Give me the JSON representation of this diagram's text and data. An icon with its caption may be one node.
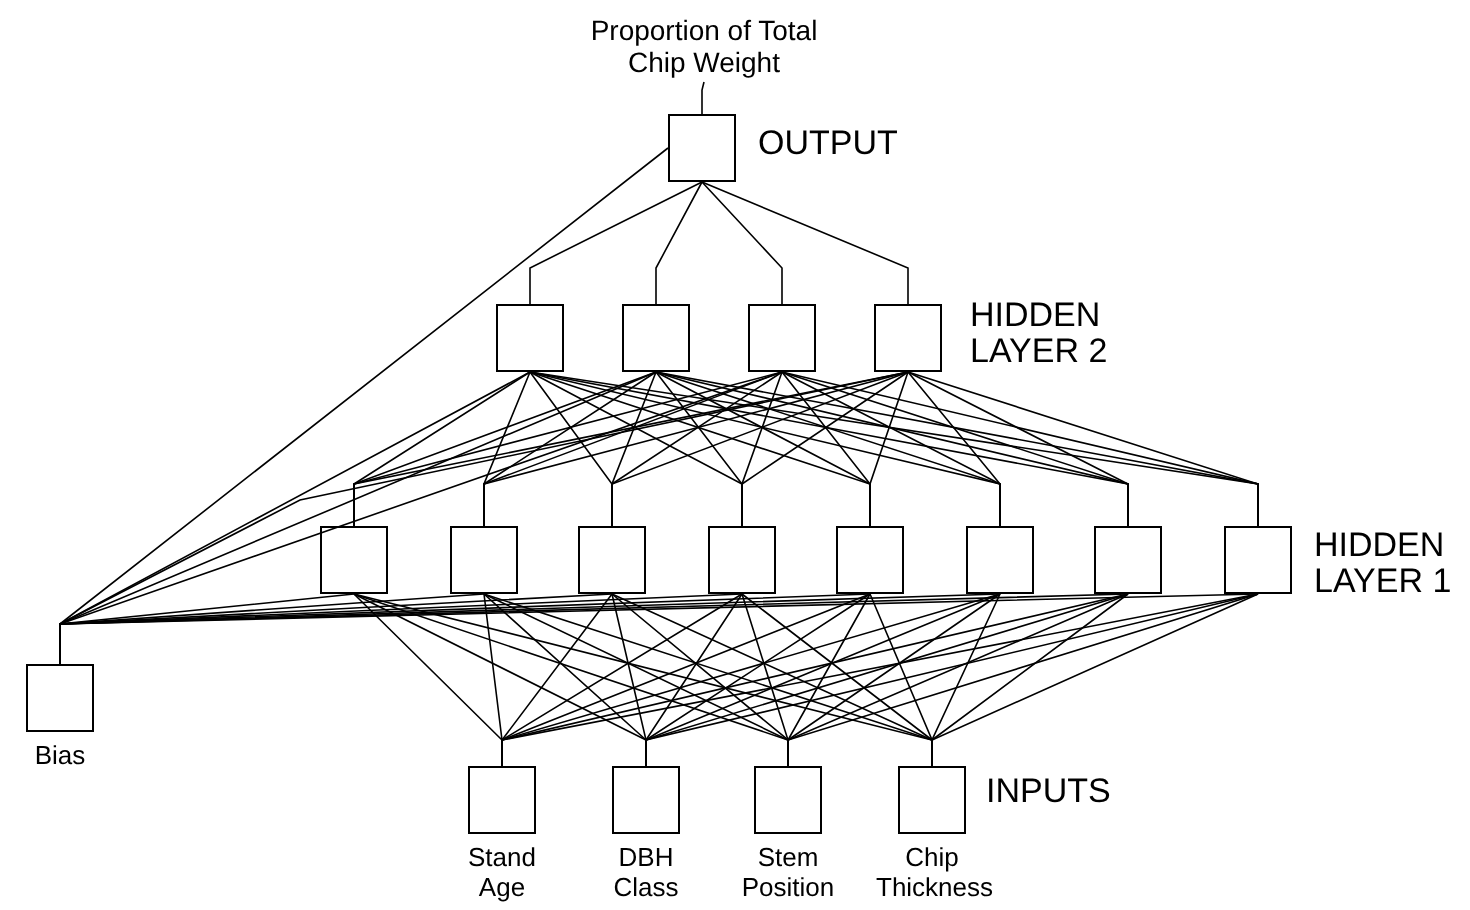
{
  "diagram": {
    "nodes": [
      {
        "text": [
          "Proportion of Total Chip Weight"
        ]
      },
      {
        "text": [],
        "shape": "box"
      },
      {
        "text": [],
        "shape": "box"
      },
      {
        "text": [],
        "shape": "box"
      },
      {
        "text": [],
        "shape": "box"
      },
      {
        "text": [],
        "shape": "box"
      },
      {
        "text": [],
        "shape": "box"
      },
      {
        "text": [],
        "shape": "box"
      },
      {
        "text": [],
        "shape": "box"
      },
      {
        "text": [],
        "shape": "box"
      },
      {
        "text": [],
        "shape": "box"
      },
      {
        "text": [],
        "shape": "box"
      },
      {
        "text": [],
        "shape": "box"
      },
      {
        "text": [],
        "shape": "box"
      },
      {
        "text": [
          "Bias"
        ]
      },
      {
        "text": [
          "Stand Age"
        ]
      },
      {
        "text": [
          "DBH Class"
        ]
      },
      {
        "text": [
          "Stem Position"
        ]
      },
      {
        "text": [
          "Chip Thickness"
        ]
      }
    ],
    "edges": [
      {
        "from": 1,
        "to": 0,
        "arrow": "none"
      },
      {
        "from": 2,
        "to": 1,
        "arrow": "none"
      },
      {
        "from": 3,
        "to": 1,
        "arrow": "none"
      },
      {
        "from": 4,
        "to": 1,
        "arrow": "none"
      },
      {
        "from": 5,
        "to": 1,
        "arrow": "none"
      },
      {
        "from": 6,
        "to": 2,
        "arrow": "none"
      },
      {
        "from": 6,
        "to": 3,
        "arrow": "none"
      },
      {
        "from": 6,
        "to": 4,
        "arrow": "none"
      },
      {
        "from": 6,
        "to": 5,
        "arrow": "none"
      },
      {
        "from": 7,
        "to": 2,
        "arrow": "none"
      },
      {
        "from": 7,
        "to": 3,
        "arrow": "none"
      },
      {
        "from": 7,
        "to": 4,
        "arrow": "none"
      },
      {
        "from": 7,
        "to": 5,
        "arrow": "none"
      },
      {
        "from": 8,
        "to": 2,
        "arrow": "none"
      },
      {
        "from": 8,
        "to": 3,
        "arrow": "none"
      },
      {
        "from": 8,
        "to": 4,
        "arrow": "none"
      },
      {
        "from": 8,
        "to": 5,
        "arrow": "none"
      },
      {
        "from": 9,
        "to": 2,
        "arrow": "none"
      },
      {
        "from": 9,
        "to": 3,
        "arrow": "none"
      },
      {
        "from": 9,
        "to": 4,
        "arrow": "none"
      },
      {
        "from": 9,
        "to": 5,
        "arrow": "none"
      },
      {
        "from": 10,
        "to": 2,
        "arrow": "none"
      },
      {
        "from": 10,
        "to": 3,
        "arrow": "none"
      },
      {
        "from": 10,
        "to": 4,
        "arrow": "none"
      },
      {
        "from": 10,
        "to": 5,
        "arrow": "none"
      },
      {
        "from": 11,
        "to": 2,
        "arrow": "none"
      },
      {
        "from": 11,
        "to": 3,
        "arrow": "none"
      },
      {
        "from": 11,
        "to": 4,
        "arrow": "none"
      },
      {
        "from": 11,
        "to": 5,
        "arrow": "none"
      },
      {
        "from": 12,
        "to": 2,
        "arrow": "none"
      },
      {
        "from": 12,
        "to": 3,
        "arrow": "none"
      },
      {
        "from": 12,
        "to": 4,
        "arrow": "none"
      },
      {
        "from": 12,
        "to": 5,
        "arrow": "none"
      },
      {
        "from": 13,
        "to": 2,
        "arrow": "none"
      },
      {
        "from": 13,
        "to": 3,
        "arrow": "none"
      },
      {
        "from": 13,
        "to": 4,
        "arrow": "none"
      },
      {
        "from": 13,
        "to": 5,
        "arrow": "none"
      },
      {
        "from": 15,
        "to": 6,
        "arrow": "none"
      },
      {
        "from": 15,
        "to": 7,
        "arrow": "none"
      },
      {
        "from": 15,
        "to": 8,
        "arrow": "none"
      },
      {
        "from": 15,
        "to": 9,
        "arrow": "none"
      },
      {
        "from": 15,
        "to": 10,
        "arrow": "none"
      },
      {
        "from": 15,
        "to": 11,
        "arrow": "none"
      },
      {
        "from": 15,
        "to": 12,
        "arrow": "none"
      },
      {
        "from": 15,
        "to": 13,
        "arrow": "none"
      },
      {
        "from": 16,
        "to": 6,
        "arrow": "none"
      },
      {
        "from": 16,
        "to": 7,
        "arrow": "none"
      },
      {
        "from": 16,
        "to": 8,
        "arrow": "none"
      },
      {
        "from": 16,
        "to": 9,
        "arrow": "none"
      },
      {
        "from": 16,
        "to": 10,
        "arrow": "none"
      },
      {
        "from": 16,
        "to": 11,
        "arrow": "none"
      },
      {
        "from": 16,
        "to": 12,
        "arrow": "none"
      },
      {
        "from": 16,
        "to": 13,
        "arrow": "none"
      },
      {
        "from": 17,
        "to": 6,
        "arrow": "none"
      },
      {
        "from": 17,
        "to": 7,
        "arrow": "none"
      },
      {
        "from": 17,
        "to": 8,
        "arrow": "none"
      },
      {
        "from": 17,
        "to": 9,
        "arrow": "none"
      },
      {
        "from": 17,
        "to": 10,
        "arrow": "none"
      },
      {
        "from": 17,
        "to": 11,
        "arrow": "none"
      },
      {
        "from": 17,
        "to": 12,
        "arrow": "none"
      },
      {
        "from": 17,
        "to": 13,
        "arrow": "none"
      },
      {
        "from": 18,
        "to": 6,
        "arrow": "none"
      },
      {
        "from": 18,
        "to": 7,
        "arrow": "none"
      },
      {
        "from": 18,
        "to": 8,
        "arrow": "none"
      },
      {
        "from": 18,
        "to": 9,
        "arrow": "none"
      },
      {
        "from": 18,
        "to": 10,
        "arrow": "none"
      },
      {
        "from": 18,
        "to": 11,
        "arrow": "none"
      },
      {
        "from": 18,
        "to": 12,
        "arrow": "none"
      },
      {
        "from": 18,
        "to": 13,
        "arrow": "none"
      },
      {
        "from": 14,
        "to": 6,
        "arrow": "none"
      },
      {
        "from": 14,
        "to": 7,
        "arrow": "none"
      },
      {
        "from": 14,
        "to": 8,
        "arrow": "none"
      },
      {
        "from": 14,
        "to": 9,
        "arrow": "none"
      },
      {
        "from": 14,
        "to": 10,
        "arrow": "none"
      },
      {
        "from": 14,
        "to": 11,
        "arrow": "none"
      },
      {
        "from": 14,
        "to": 12,
        "arrow": "none"
      },
      {
        "from": 14,
        "to": 13,
        "arrow": "none"
      },
      {
        "from": 14,
        "to": 2,
        "arrow": "none"
      },
      {
        "from": 14,
        "to": 3,
        "arrow": "none"
      },
      {
        "from": 14,
        "to": 4,
        "arrow": "none"
      },
      {
        "from": 14,
        "to": 5,
        "arrow": "none"
      },
      {
        "from": 14,
        "to": 1,
        "arrow": "none"
      }
    ],
    "labels": [
      "OUTPUT",
      "HIDDEN LAYER 2",
      "HIDDEN LAYER 1",
      "INPUTS"
    ]
  }
}
